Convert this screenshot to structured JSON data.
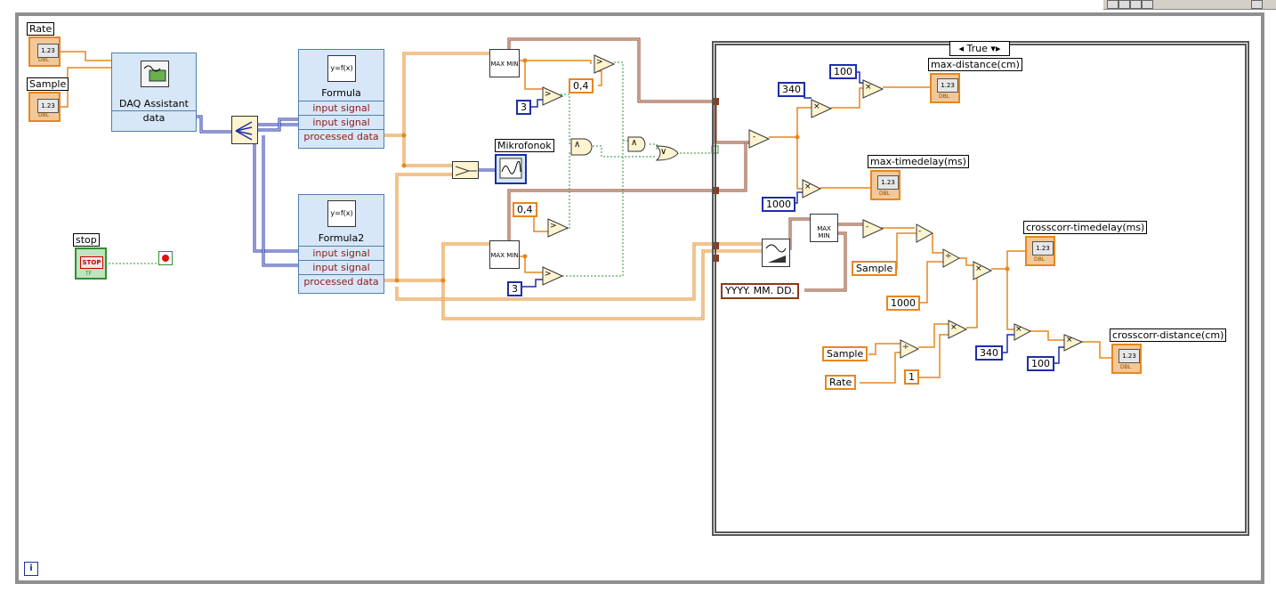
{
  "case_selector": {
    "value": "True"
  },
  "controls": {
    "rate": "Rate",
    "sample": "Sample",
    "stop": "stop",
    "stop_button": "STOP",
    "tf": "TF",
    "numeric_face": "1.23",
    "dbl": "DBL"
  },
  "express_vis": {
    "daq_title": "DAQ Assistant",
    "daq_output": "data",
    "formula1_title": "Formula",
    "formula2_title": "Formula2",
    "formula_icon": "y=f(x)",
    "input_signal": "input signal",
    "processed_data": "processed data"
  },
  "graph_label": "Mikrofonok",
  "indicators": {
    "max_distance": "max-distance(cm)",
    "max_timedelay": "max-timedelay(ms)",
    "crosscorr_timedelay": "crosscorr-timedelay(ms)",
    "crosscorr_distance": "crosscorr-distance(cm)"
  },
  "constants": {
    "c_0_4_top": "0,4",
    "c_3_top": "3",
    "c_0_4_bottom": "0,4",
    "c_3_bottom": "3",
    "c_340_a": "340",
    "c_100_a": "100",
    "c_1000_a": "1000",
    "c_date": "YYYY. MM. DD.",
    "c_sample_local": "Sample",
    "c_1000_b": "1000",
    "c_sample_local_2": "Sample",
    "c_rate_local": "Rate",
    "c_1": "1",
    "c_340_b": "340",
    "c_100_b": "100"
  },
  "nodes": {
    "max_min": "MAX MIN",
    "greater": ">",
    "and": "∧",
    "or": "∨",
    "multiply": "×",
    "subtract": "-",
    "divide": "÷"
  },
  "loop_iteration": "i",
  "colors": {
    "double_wire": "#e6871e",
    "waveform_wire": "#8a3a1a",
    "dynamic_wire": "#1d2ea8",
    "boolean_wire": "#2f8f2f",
    "express_fill": "#d7e7f7"
  }
}
